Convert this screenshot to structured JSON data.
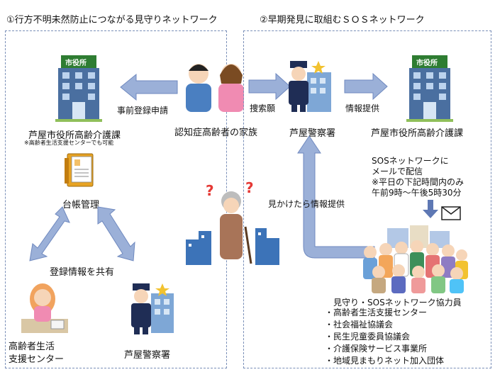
{
  "left_panel": {
    "title": "①行方不明未然防止につながる見守りネットワーク",
    "city_office": {
      "label": "芦屋市役所高齢介護課",
      "note": "※高齢者生活支援センターでも可能",
      "sign": "市役所"
    },
    "arrow_label": "事前登録申請",
    "ledger_label": "台帳管理",
    "share_label": "登録情報を共有",
    "support_center_label_line1": "高齢者生活",
    "support_center_label_line2": "支援センター",
    "police_label": "芦屋警察署"
  },
  "family_label": "認知症高齢者の家族",
  "right_panel": {
    "title": "②早期発見に取組むＳＯＳネットワーク",
    "search_label": "捜索願",
    "police_label": "芦屋警察署",
    "info_label": "情報提供",
    "city_office": {
      "label": "芦屋市役所高齢介護課",
      "sign": "市役所"
    },
    "notice_lines": [
      "SOSネットワークに",
      "メールで配信",
      "※平日の下記時間内のみ",
      "午前9時～午後5時30分"
    ],
    "report_label": "見かけたら情報提供",
    "members_title": "見守り・SOSネットワーク協力員",
    "members": [
      "高齢者生活支援センター",
      "社会福祉協議会",
      "民生児童委員協議会",
      "介護保険サービス事業所",
      "地域見まもりネット加入団体"
    ]
  },
  "colors": {
    "arrow": "#9bb0d8",
    "arrow_stroke": "#6f89bf",
    "panel_border": "#7a8fb8",
    "building": "#4a6fa0",
    "sign": "#2e7d32"
  }
}
